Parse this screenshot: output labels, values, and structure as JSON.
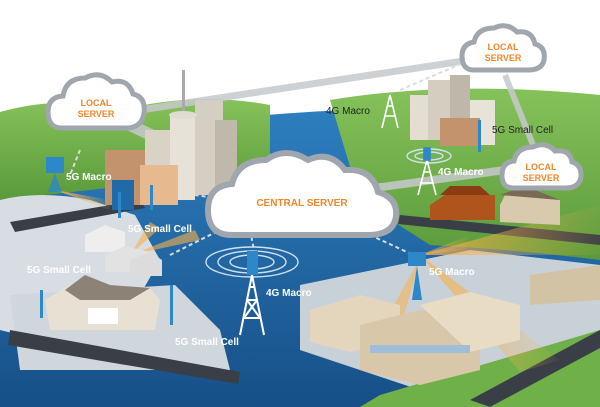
{
  "colors": {
    "ocean": "#1f6aa8",
    "land": "#6fb048",
    "road": "#3a3f47",
    "cloud_fill": "#ffffff",
    "cloud_ring": "#9fa6ad",
    "label_orange": "#f0862a",
    "tower": "#2d87c8",
    "beam": "#f3a23b"
  },
  "servers": {
    "central": "CENTRAL SERVER",
    "local_left_1": "LOCAL",
    "local_left_2": "SERVER",
    "local_top_right_1": "LOCAL",
    "local_top_right_2": "SERVER",
    "local_right_1": "LOCAL",
    "local_right_2": "SERVER"
  },
  "nodes": {
    "macro_4g_top": "4G Macro",
    "small_5g_top_right": "5G Small Cell",
    "macro_4g_right": "4G Macro",
    "macro_5g_left": "5G Macro",
    "small_5g_mid_left": "5G Small Cell",
    "small_5g_left": "5G Small Cell",
    "macro_4g_center": "4G Macro",
    "macro_5g_right": "5G Macro",
    "small_5g_bottom": "5G Small Cell"
  }
}
